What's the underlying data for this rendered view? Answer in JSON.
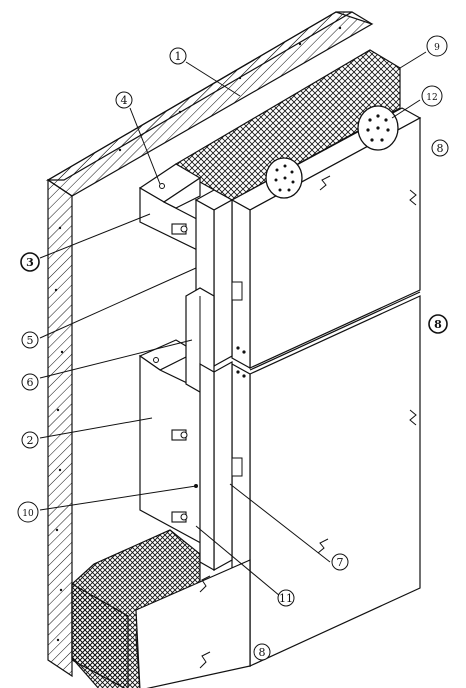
{
  "colors": {
    "line": "#111111",
    "background": "#ffffff",
    "panel": "#ffffff"
  },
  "callouts": [
    {
      "id": "c1",
      "text": "1",
      "bold": false
    },
    {
      "id": "c2",
      "text": "2",
      "bold": false
    },
    {
      "id": "c3",
      "text": "3",
      "bold": true
    },
    {
      "id": "c4",
      "text": "4",
      "bold": false
    },
    {
      "id": "c5",
      "text": "5",
      "bold": false
    },
    {
      "id": "c6",
      "text": "6",
      "bold": false
    },
    {
      "id": "c7",
      "text": "7",
      "bold": false
    },
    {
      "id": "c8a",
      "text": "8",
      "bold": false
    },
    {
      "id": "c8b",
      "text": "8",
      "bold": true
    },
    {
      "id": "c8c",
      "text": "8",
      "bold": false
    },
    {
      "id": "c9",
      "text": "9",
      "bold": false
    },
    {
      "id": "c10",
      "text": "10",
      "bold": false
    },
    {
      "id": "c11",
      "text": "11",
      "bold": false
    },
    {
      "id": "c12",
      "text": "12",
      "bold": false
    }
  ]
}
